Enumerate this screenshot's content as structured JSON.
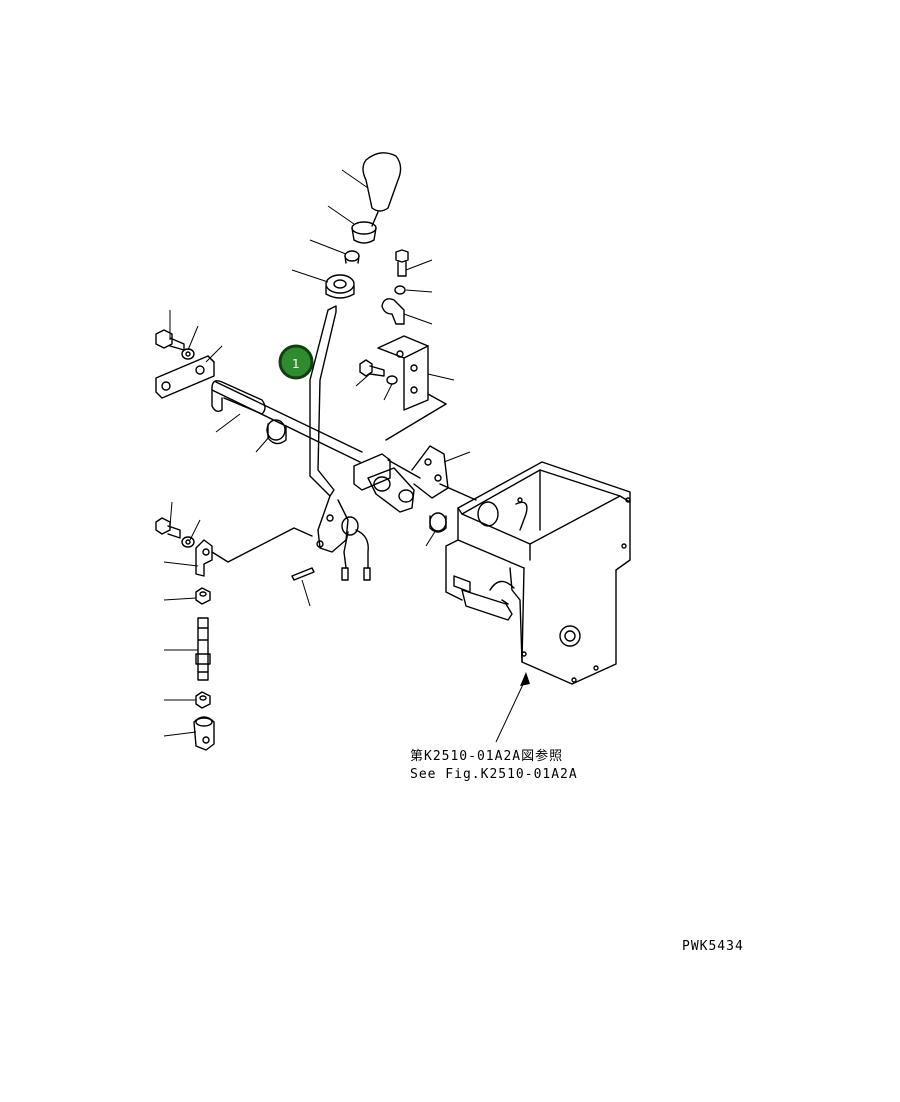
{
  "callout": {
    "number": "1",
    "color": "#2e8b2e"
  },
  "reference": {
    "line_jp": "第K2510-01A2A図参照",
    "line_en": "See Fig.K2510-01A2A"
  },
  "drawing_code": "PWK5434"
}
